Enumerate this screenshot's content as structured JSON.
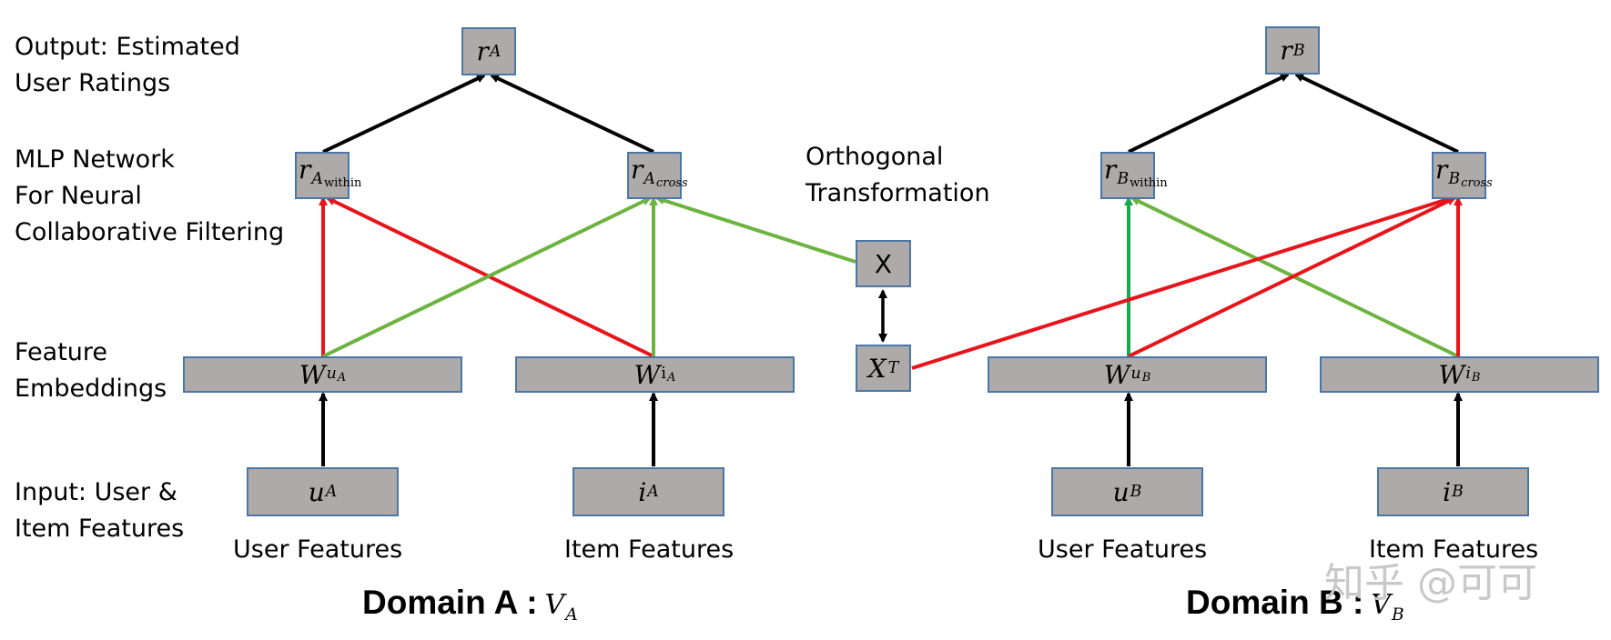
{
  "left_labels": {
    "output": [
      "Output: Estimated",
      "User Ratings"
    ],
    "mlp": [
      "MLP Network",
      "For Neural",
      "Collaborative Filtering"
    ],
    "embeddings": [
      "Feature",
      "Embeddings"
    ],
    "input": [
      "Input: User &",
      "Item Features"
    ]
  },
  "orthogonal_label": [
    "Orthogonal",
    "Transformation"
  ],
  "feature_captions": {
    "user_a": "User Features",
    "item_a": "Item Features",
    "user_b": "User Features",
    "item_b": "Item Features"
  },
  "nodes": {
    "r_a": {
      "base": "r",
      "sub": "A"
    },
    "r_b": {
      "base": "r",
      "sub": "B"
    },
    "r_a_within": {
      "base": "r",
      "sub": "A",
      "subsub": "within"
    },
    "r_a_cross": {
      "base": "r",
      "sub": "A",
      "subsub": "cross"
    },
    "r_b_within": {
      "base": "r",
      "sub": "B",
      "subsub": "within"
    },
    "r_b_cross": {
      "base": "r",
      "sub": "B",
      "subsub": "cross"
    },
    "w_ua": {
      "base": "W",
      "sub": "u",
      "subsub": "A"
    },
    "w_ia": {
      "base": "W",
      "sub": "i",
      "subsub": "A"
    },
    "w_ub": {
      "base": "W",
      "sub": "u",
      "subsub": "B"
    },
    "w_ib": {
      "base": "W",
      "sub": "i",
      "subsub": "B"
    },
    "u_a": {
      "base": "u",
      "sub": "A"
    },
    "i_a": {
      "base": "i",
      "sub": "A"
    },
    "u_b": {
      "base": "u",
      "sub": "B"
    },
    "i_b": {
      "base": "i",
      "sub": "B"
    },
    "x": {
      "base": "X"
    },
    "x_t": {
      "base": "X",
      "sup": "T"
    }
  },
  "domains": {
    "a": {
      "label": "Domain A :",
      "math_base": "V",
      "math_sub": "A"
    },
    "b": {
      "label": "Domain B :",
      "math_base": "V",
      "math_sub": "B"
    }
  },
  "watermark": "知乎 @可可",
  "colors": {
    "black": "#000000",
    "red": "#e8141b",
    "green": "#6db33f",
    "box_fill": "#aeaaaa",
    "box_border": "#4a77a8"
  }
}
